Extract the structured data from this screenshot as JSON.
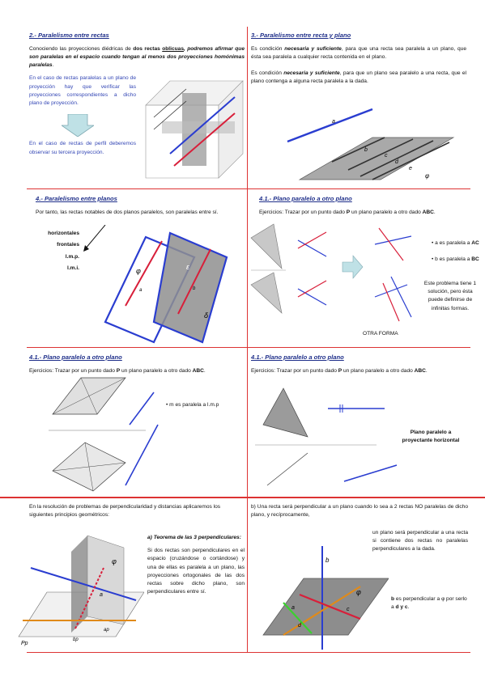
{
  "s1": {
    "title": "2.- Paralelismo entre rectas",
    "p1_a": "Conociendo las proyecciones diédricas de ",
    "p1_b": "dos rectas ",
    "p1_c": "oblicuas",
    "p1_d": ", podremos afirmar que son paralelas en el espacio cuando tengan al menos dos proyecciones homónimas paralelas",
    "p1_e": ".",
    "p2": "En el caso de rectas paralelas a un plano de proyección hay que verificar las proyecciones correspondientes a dicho plano de proyección.",
    "p3": "En el caso de rectas de perfil deberemos observar su tercera proyección."
  },
  "s2": {
    "title": "3.- Paralelismo entre recta y plano",
    "p1_a": "Es condición ",
    "p1_b": "necesaria y suficiente",
    "p1_c": ", para que una recta sea paralela a un plano, que ésta sea paralela a cualquier recta contenida en el plano.",
    "p2_a": "Es condición ",
    "p2_b": "necesaria y suficiente",
    "p2_c": ", para que un plano sea paralelo a una recta, que el plano contenga a alguna recta paralela a la dada.",
    "fig_labels": [
      "a",
      "b",
      "c",
      "d",
      "e",
      "φ"
    ]
  },
  "s3": {
    "title": "4.- Paralelismo entre planos",
    "p1": "Por tanto, las rectas notables de dos planos paralelos, son paralelas entre sí.",
    "list": [
      "horizontales",
      "frontales",
      "l.m.p.",
      "l.m.i."
    ],
    "fig_labels": [
      "φ",
      "ε",
      "a",
      "b",
      "δ"
    ]
  },
  "s4": {
    "title": "4.1.- Plano paralelo a otro plano",
    "p1_a": "Ejercicios: Trazar por un punto dado ",
    "p1_b": "P",
    "p1_c": " un plano paralelo a otro dado ",
    "p1_d": "ABC",
    "p1_e": ".",
    "note1_a": "• a es paralela a ",
    "note1_b": "AC",
    "note2_a": "• b es paralela a ",
    "note2_b": "BC",
    "note3": "Este problema tiene 1 solución, pero ésta puede definirse de infinitas formas.",
    "other": "OTRA FORMA"
  },
  "s5": {
    "title": "4.1.- Plano paralelo a otro plano",
    "p1_a": "Ejercicios: Trazar por un punto dado ",
    "p1_b": "P",
    "p1_c": " un plano paralelo a otro dado ",
    "p1_d": "ABC",
    "p1_e": ".",
    "note": "• m es paralela a l.m.p"
  },
  "s6": {
    "title": "4.1.- Plano paralelo a otro plano",
    "p1_a": "Ejercicios: Trazar por un punto dado ",
    "p1_b": "P",
    "p1_c": " un plano paralelo a otro dado ",
    "p1_d": "ABC",
    "p1_e": ".",
    "note": "Plano paralelo a proyectante horizontal"
  },
  "s7": {
    "p1": "En la resolución de problemas de perpendicularidad y distancias aplicaremos los siguientes principios geométricos:",
    "theorem_title": "a) Teorema de las 3 perpendiculares:",
    "theorem_body": "Si dos rectas son perpendiculares en el espacio (cruzándose o cortándose) y una de ellas es paralela a un plano, las proyecciones ortogonales de las dos rectas sobre dicho plano, son perpendiculares entre sí.",
    "fig_labels": [
      "φ",
      "a",
      "bp",
      "ap",
      "Pp"
    ]
  },
  "s8": {
    "p1_a": "b) Una recta será perpendicular a un plano cuando lo sea a 2 rectas NO paralelas de dicho plano, y recíprocamente,",
    "p1_b": "un plano será perpendicular a una recta si contiene dos rectas no paralelas perpendiculares a la dada.",
    "note_a": "b",
    "note_b": " es perpendicular a φ por serlo a ",
    "note_c": " d y c",
    "note_d": ".",
    "fig_labels": [
      "b",
      "φ",
      "a",
      "c",
      "d"
    ]
  }
}
